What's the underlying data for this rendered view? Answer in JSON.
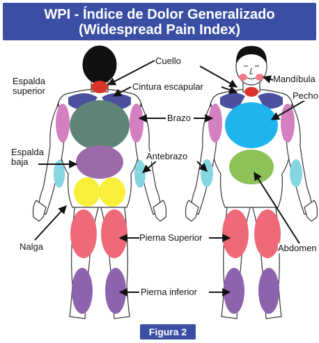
{
  "title": {
    "line1": "WPI - Índice de Dolor Generalizado",
    "line2": "(Widespread Pain Index)"
  },
  "figure_label": "Figura 2",
  "labels": {
    "espalda_superior": [
      "Espalda",
      "superior"
    ],
    "cuello": "Cuello",
    "cintura_escapular": "Cintura escapular",
    "mandibula": "Mandíbula",
    "pecho": "Pecho",
    "brazo": "Brazo",
    "espalda_baja": [
      "Espalda",
      "baja"
    ],
    "antebrazo": "Antebrazo",
    "nalga": "Nalga",
    "pierna_superior": "Pierna Superior",
    "abdomen": "Abdomen",
    "pierna_inferior": "Pierna inferior"
  },
  "colors": {
    "banner": "#3a4fa3",
    "neck": "#d9352b",
    "shoulder": "#4a4f9e",
    "upper_back": "#5f8578",
    "arm": "#d47fc0",
    "lower_back": "#9c6aa9",
    "forearm": "#85d6e0",
    "buttock": "#f7ef3a",
    "upper_leg": "#ef6a78",
    "lower_leg": "#8d63ae",
    "chest": "#1fb4ee",
    "abdomen": "#8cc257",
    "jaw": "#f07a86"
  }
}
